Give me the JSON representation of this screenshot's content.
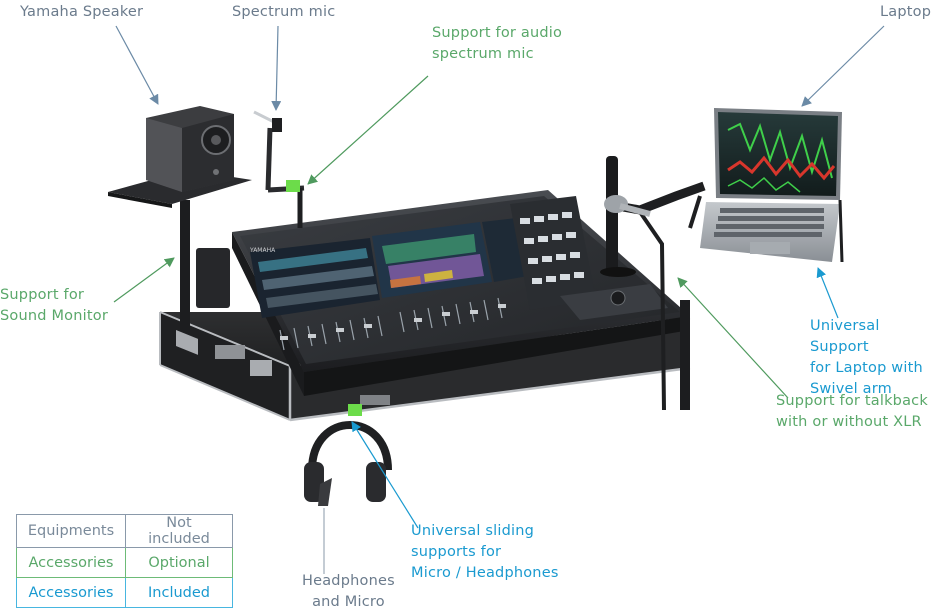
{
  "labels": {
    "yamaha_speaker": "Yamaha Speaker",
    "spectrum_mic": "Spectrum mic",
    "support_audio_spectrum_mic": "Support for audio\nspectrum mic",
    "laptop": "Laptop",
    "support_sound_monitor": "Support for\nSound Monitor",
    "universal_support_laptop": "Universal Support\nfor Laptop with\nSwivel arm",
    "support_talkback": "Support for talkback\nwith or without XLR",
    "universal_sliding_supports": "Universal sliding\nsupports for\nMicro / Headphones",
    "headphones_micro": "Headphones\nand Micro"
  },
  "legend": [
    {
      "category": "Equipments",
      "status": "Not included",
      "color": "#8a99aa"
    },
    {
      "category": "Accessories",
      "status": "Optional",
      "color": "#6dbb77"
    },
    {
      "category": "Accessories",
      "status": "Included",
      "color": "#48b6e0"
    }
  ],
  "console_brand": "YAMAHA"
}
